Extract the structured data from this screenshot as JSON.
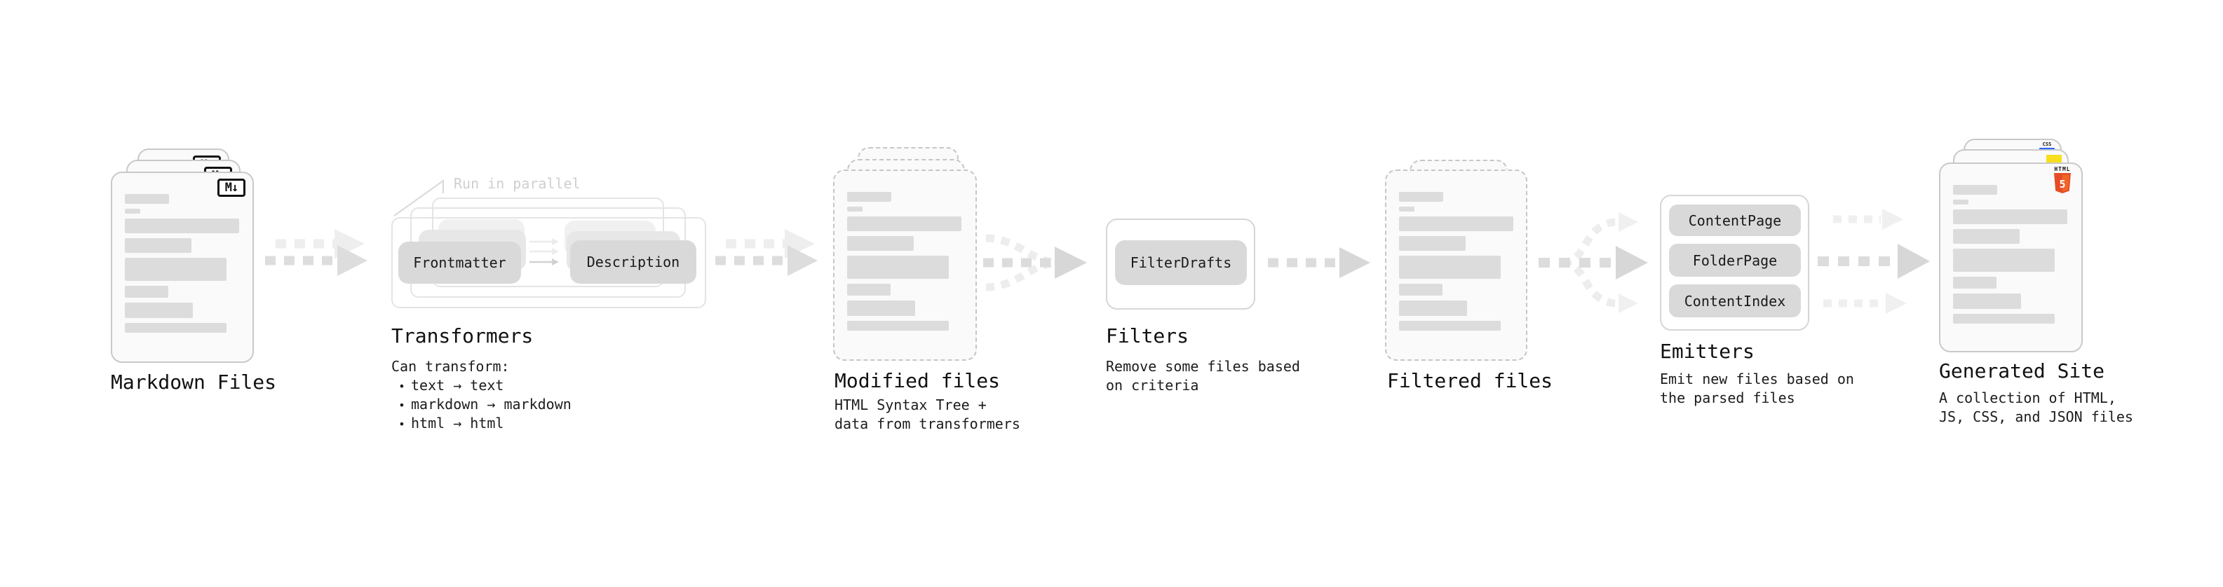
{
  "stages": {
    "markdown_files": {
      "label": "Markdown Files"
    },
    "transformers": {
      "label": "Transformers",
      "note": "Run in parallel",
      "buttons": [
        "Frontmatter",
        "Description"
      ],
      "desc_title": "Can transform:",
      "bullet_char": "•",
      "bullets": [
        "text → text",
        "markdown → markdown",
        "html → html"
      ]
    },
    "modified_files": {
      "label": "Modified files",
      "desc_lines": [
        "HTML Syntax Tree +",
        "data from transformers"
      ]
    },
    "filters": {
      "label": "Filters",
      "buttons": [
        "FilterDrafts"
      ],
      "desc_lines": [
        "Remove some files based",
        "on criteria"
      ]
    },
    "filtered_files": {
      "label": "Filtered files"
    },
    "emitters": {
      "label": "Emitters",
      "buttons": [
        "ContentPage",
        "FolderPage",
        "ContentIndex"
      ],
      "desc_lines": [
        "Emit new files based on",
        "the parsed files"
      ]
    },
    "generated_site": {
      "label": "Generated Site",
      "desc_lines": [
        "A collection of HTML,",
        "JS, CSS, and JSON files"
      ]
    }
  },
  "icons": {
    "markdown_badge": "M↓",
    "html5_word": "HTML",
    "html5_number": "5",
    "css_word": "CSS"
  },
  "colors": {
    "js_yellow": "#f7df1e",
    "html_orange": "#e44d26",
    "html_orange_light": "#f16529",
    "css_blue": "#2962ff",
    "note_gray": "#cfcfcf",
    "arrow_dark": "#dcdcdc",
    "arrow_light": "#ededed",
    "card_border": "#c9c9c9",
    "skeleton_bar": "#dcdcdc"
  },
  "skeleton": {
    "bar_widths": [
      63,
      22,
      163,
      95,
      145,
      62,
      97,
      145
    ],
    "bar_heights": [
      14,
      7,
      21,
      21,
      33,
      17,
      22,
      14
    ]
  }
}
